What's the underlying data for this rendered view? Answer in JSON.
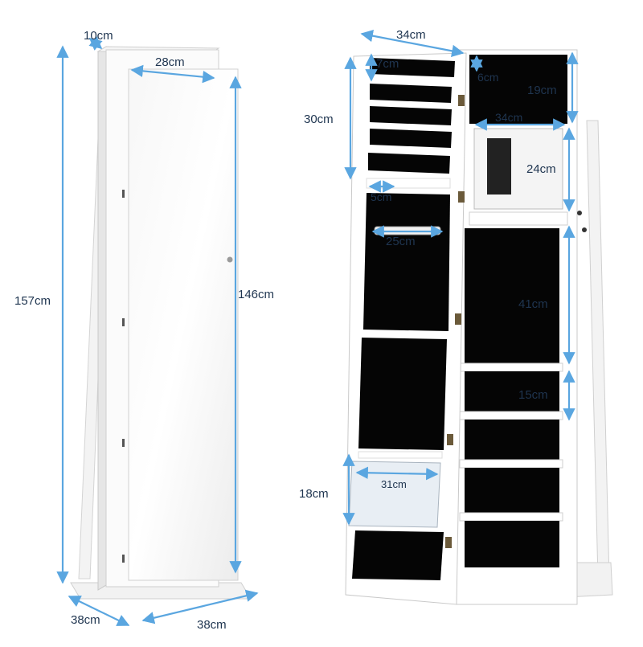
{
  "product": {
    "closed_view": {
      "labels": {
        "depth_top": "10cm",
        "mirror_width": "28cm",
        "total_height": "157cm",
        "mirror_height": "146cm",
        "base_depth": "38cm",
        "base_width": "38cm"
      }
    },
    "open_view": {
      "labels": {
        "door_width": "34cm",
        "top_section_height": "30cm",
        "top_row_height": "7cm",
        "hook_spacing": "5cm",
        "hanging_bar_width": "25cm",
        "bottom_pocket_height": "18cm",
        "bottom_pocket_width": "31cm",
        "mirror_shelf_depth": "6cm",
        "cabinet_top_height": "19cm",
        "cabinet_inner_width": "34cm",
        "mirror_section_height": "24cm",
        "storage_panel_height": "41cm",
        "shelf_spacing": "15cm"
      }
    }
  },
  "colors": {
    "cabinet_frame": "#ffffff",
    "interior_panel": "#050505",
    "dimension_arrow": "#5aa6e0",
    "label_text": "#1f3550"
  }
}
